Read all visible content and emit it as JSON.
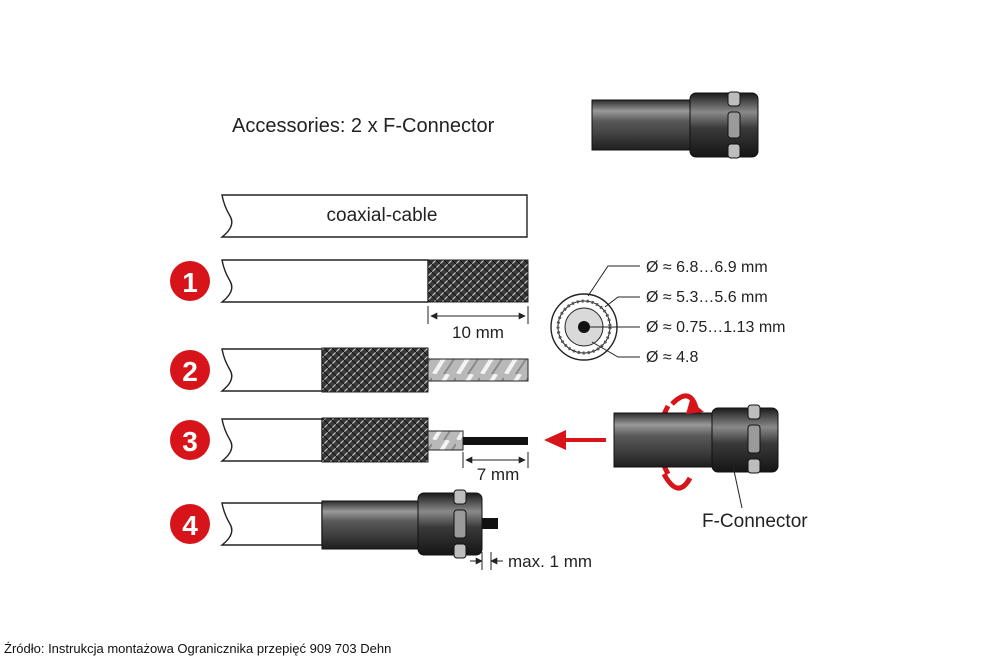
{
  "accessories_label": "Accessories: 2 x F-Connector",
  "cable_label": "coaxial-cable",
  "steps": [
    "1",
    "2",
    "3",
    "4"
  ],
  "dimensions": {
    "step1_strip": "10 mm",
    "step3_strip": "7 mm",
    "step4_protrusion": "max. 1 mm"
  },
  "cross_section": [
    "Ø ≈ 6.8…6.9 mm",
    "Ø ≈ 5.3…5.6 mm",
    "Ø ≈ 0.75…1.13 mm",
    "Ø ≈ 4.8"
  ],
  "connector_label": "F-Connector",
  "source_caption": "Źródło: Instrukcja montażowa Ogranicznika przepięć 909 703 Dehn",
  "colors": {
    "step_badge": "#d7141a",
    "arrow": "#d7141a",
    "line": "#222222"
  }
}
